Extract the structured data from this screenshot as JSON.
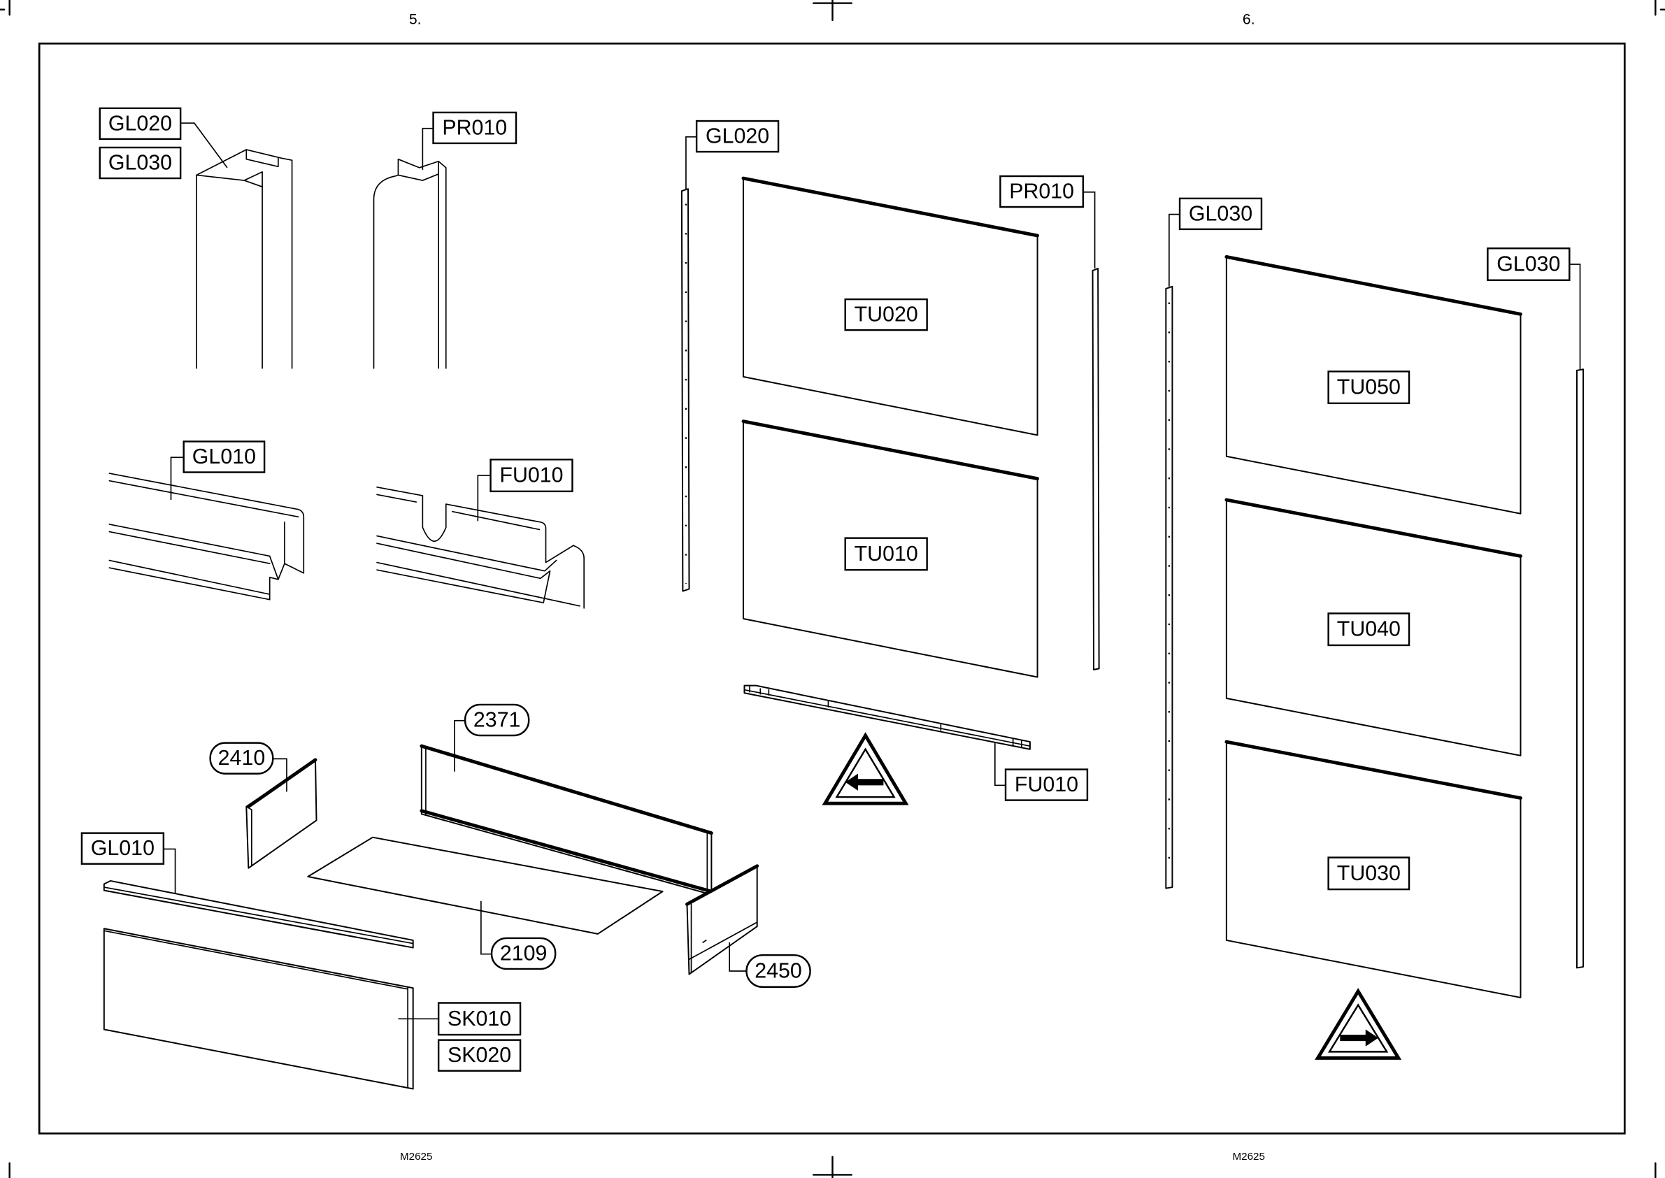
{
  "page": {
    "numbers": [
      "5.",
      "6."
    ],
    "codes": [
      "M2625",
      "M2625"
    ]
  },
  "profiles": {
    "gl020": "GL020",
    "gl030": "GL030",
    "pr010": "PR010",
    "gl010": "GL010",
    "fu010": "FU010"
  },
  "door_set_1": {
    "gl020": "GL020",
    "pr010": "PR010",
    "fu010": "FU010",
    "panels": [
      "TU020",
      "TU010"
    ]
  },
  "door_set_2": {
    "gl030_a": "GL030",
    "gl030_b": "GL030",
    "panels": [
      "TU050",
      "TU040",
      "TU030"
    ]
  },
  "base_assembly": {
    "labels": {
      "gl010": "GL010",
      "sk010": "SK010",
      "sk020": "SK020"
    },
    "part_numbers": {
      "back_panel": "2371",
      "side_panel_1": "2410",
      "bottom_panel": "2109",
      "side_panel_2": "2450"
    }
  },
  "icons": {
    "warning_1": "warning-triangle-arrow-left-icon",
    "warning_2": "warning-triangle-arrow-right-icon"
  },
  "colors": {
    "ink": "#000000",
    "paper": "#ffffff"
  }
}
